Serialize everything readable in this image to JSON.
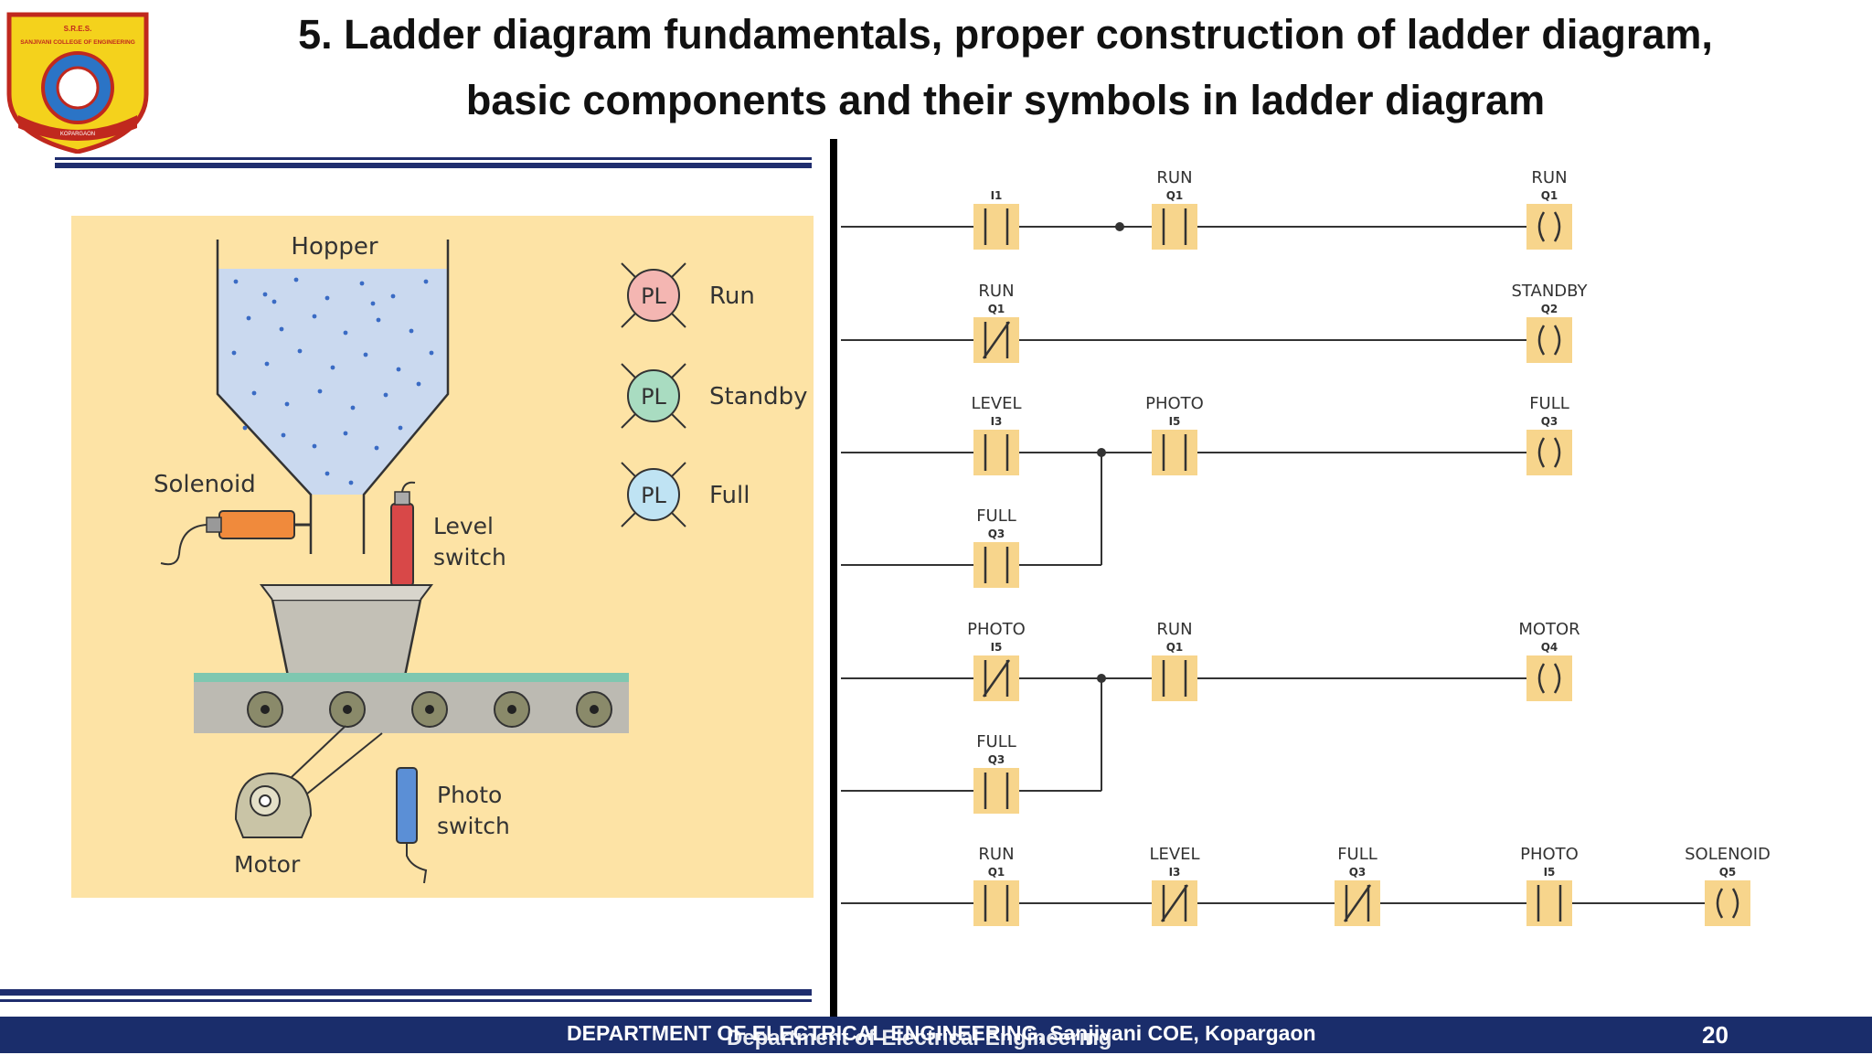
{
  "logo": {
    "line1": "S.R.E.S.",
    "line2": "SANJIVANI COLLEGE OF ENGINEERING",
    "line3": "KOPARGAON"
  },
  "title": {
    "line1": "5.  Ladder diagram fundamentals, proper construction of ladder diagram,",
    "line2": "basic components and their symbols in ladder diagram"
  },
  "scene": {
    "hopper": "Hopper",
    "solenoid": "Solenoid",
    "level_switch": [
      "Level",
      "switch"
    ],
    "motor": "Motor",
    "photo_switch": [
      "Photo",
      "switch"
    ],
    "lamps": [
      {
        "symbol": "PL",
        "label": "Run",
        "color": "#f4b6b2"
      },
      {
        "symbol": "PL",
        "label": "Standby",
        "color": "#a9dcc1"
      },
      {
        "symbol": "PL",
        "label": "Full",
        "color": "#bfe3f3"
      }
    ]
  },
  "ladder": {
    "rungs": [
      {
        "contacts": [
          {
            "name": "",
            "addr": "I1",
            "type": "NO"
          },
          {
            "name": "RUN",
            "addr": "Q1",
            "type": "NO"
          }
        ],
        "coil": {
          "name": "RUN",
          "addr": "Q1"
        }
      },
      {
        "contacts": [
          {
            "name": "RUN",
            "addr": "Q1",
            "type": "NC"
          }
        ],
        "coil": {
          "name": "STANDBY",
          "addr": "Q2"
        }
      },
      {
        "contacts": [
          {
            "name": "LEVEL",
            "addr": "I3",
            "type": "NO"
          },
          {
            "name": "PHOTO",
            "addr": "I5",
            "type": "NO"
          }
        ],
        "branch": {
          "name": "FULL",
          "addr": "Q3",
          "type": "NO"
        },
        "coil": {
          "name": "FULL",
          "addr": "Q3"
        }
      },
      {
        "contacts": [
          {
            "name": "PHOTO",
            "addr": "I5",
            "type": "NC"
          },
          {
            "name": "RUN",
            "addr": "Q1",
            "type": "NO"
          }
        ],
        "branch": {
          "name": "FULL",
          "addr": "Q3",
          "type": "NO"
        },
        "coil": {
          "name": "MOTOR",
          "addr": "Q4"
        }
      },
      {
        "contacts": [
          {
            "name": "RUN",
            "addr": "Q1",
            "type": "NO"
          },
          {
            "name": "LEVEL",
            "addr": "I3",
            "type": "NC"
          },
          {
            "name": "FULL",
            "addr": "Q3",
            "type": "NC"
          },
          {
            "name": "PHOTO",
            "addr": "I5",
            "type": "NO"
          }
        ],
        "coil": {
          "name": "SOLENOID",
          "addr": "Q5"
        }
      }
    ]
  },
  "footer": {
    "department": "DEPARTMENT OF ELECTRICAL ENGINEERING, Sanjivani COE, Kopargaon",
    "overlay": "Department of Electrical Engineering",
    "page": "20"
  },
  "colors": {
    "navy": "#1f2d6e",
    "scene_bg": "#fde3a5",
    "contact_bg": "#f7d58c"
  }
}
